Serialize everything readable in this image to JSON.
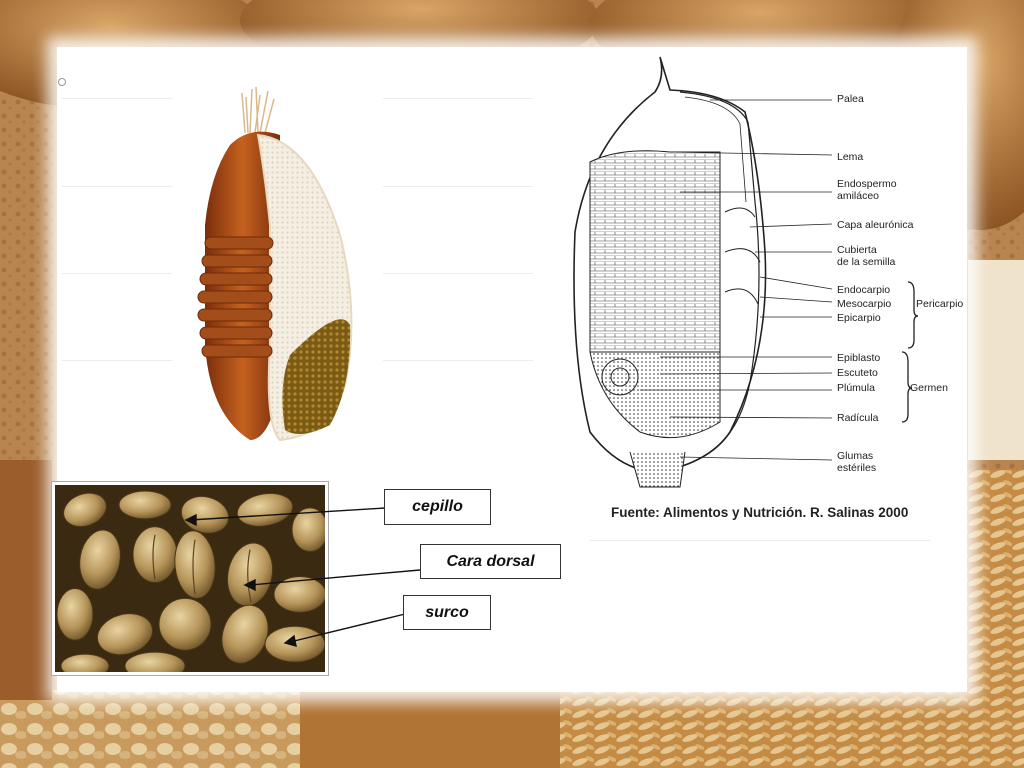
{
  "diagram": {
    "labels": {
      "palea": "Palea",
      "lema": "Lema",
      "endospermo": "Endospermo\namiláceo",
      "capa_aleuronica": "Capa aleurónica",
      "cubierta": "Cubierta\nde la semilla",
      "endocarpio": "Endocarpio",
      "mesocarpio": "Mesocarpio",
      "epicarpio": "Epicarpio",
      "pericarpio": "Pericarpio",
      "epiblasto": "Epiblasto",
      "escuteto": "Escuteto",
      "plumula": "Plúmula",
      "radicula": "Radícula",
      "germen": "Germen",
      "glumas": "Glumas\nestériles"
    },
    "source": "Fuente: Alimentos y Nutrición. R. Salinas 2000"
  },
  "photo": {
    "callouts": {
      "cepillo": "cepillo",
      "cara_dorsal": "Cara dorsal",
      "surco": "surco"
    }
  },
  "colors": {
    "hull": "#b9531a",
    "hull_dark": "#7a2e0c",
    "endosperm": "#f3ece0",
    "germ": "#8a6a1c"
  }
}
